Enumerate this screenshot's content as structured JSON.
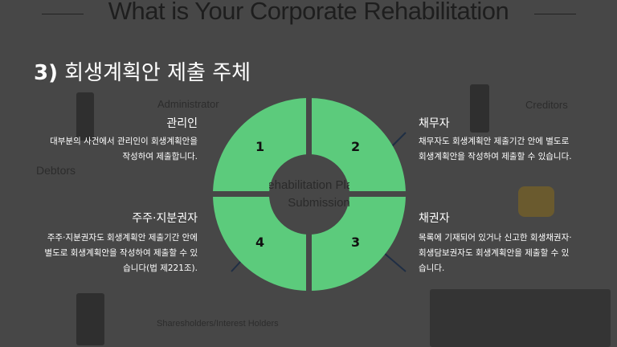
{
  "header": {
    "title": "What is Your Corporate Rehabilitation"
  },
  "section": {
    "number": "3)",
    "title": "회생계획안 제출 주체"
  },
  "faded_labels": {
    "administrator": "Administrator",
    "debtors": "Debtors",
    "creditors": "Creditors",
    "shareholders": "Sharesholders/Interest Holders"
  },
  "center": {
    "line1": "Rehabilitation Plan",
    "line2": "Submission"
  },
  "quadrants": [
    {
      "number": "1"
    },
    {
      "number": "2"
    },
    {
      "number": "3"
    },
    {
      "number": "4"
    }
  ],
  "blocks": {
    "administrator": {
      "title": "관리인",
      "lines": [
        "대부분의 사건에서 관리인이 회생계획안을",
        "작성하여 제출합니다."
      ]
    },
    "debtor": {
      "title": "채무자",
      "lines": [
        "채무자도 회생계획안 제출기간 안에 별도로",
        "회생계획안을 작성하여 제출할 수 있습니다."
      ]
    },
    "shareholder": {
      "title": "주주·지분권자",
      "lines": [
        "주주·지분권자도 회생계획안 제출기간 안에",
        "별도로 회생계획안을 작성하여 제출할 수 있",
        "습니다(법 제221조)."
      ]
    },
    "creditor": {
      "title": "채권자",
      "lines": [
        "목록에 기재되어 있거나 신고한 회생채권자·",
        "회생담보권자도 회생계획안을 제출할 수 있",
        "습니다."
      ]
    }
  },
  "colors": {
    "background": "#474747",
    "ring": "#5ccb7c"
  }
}
